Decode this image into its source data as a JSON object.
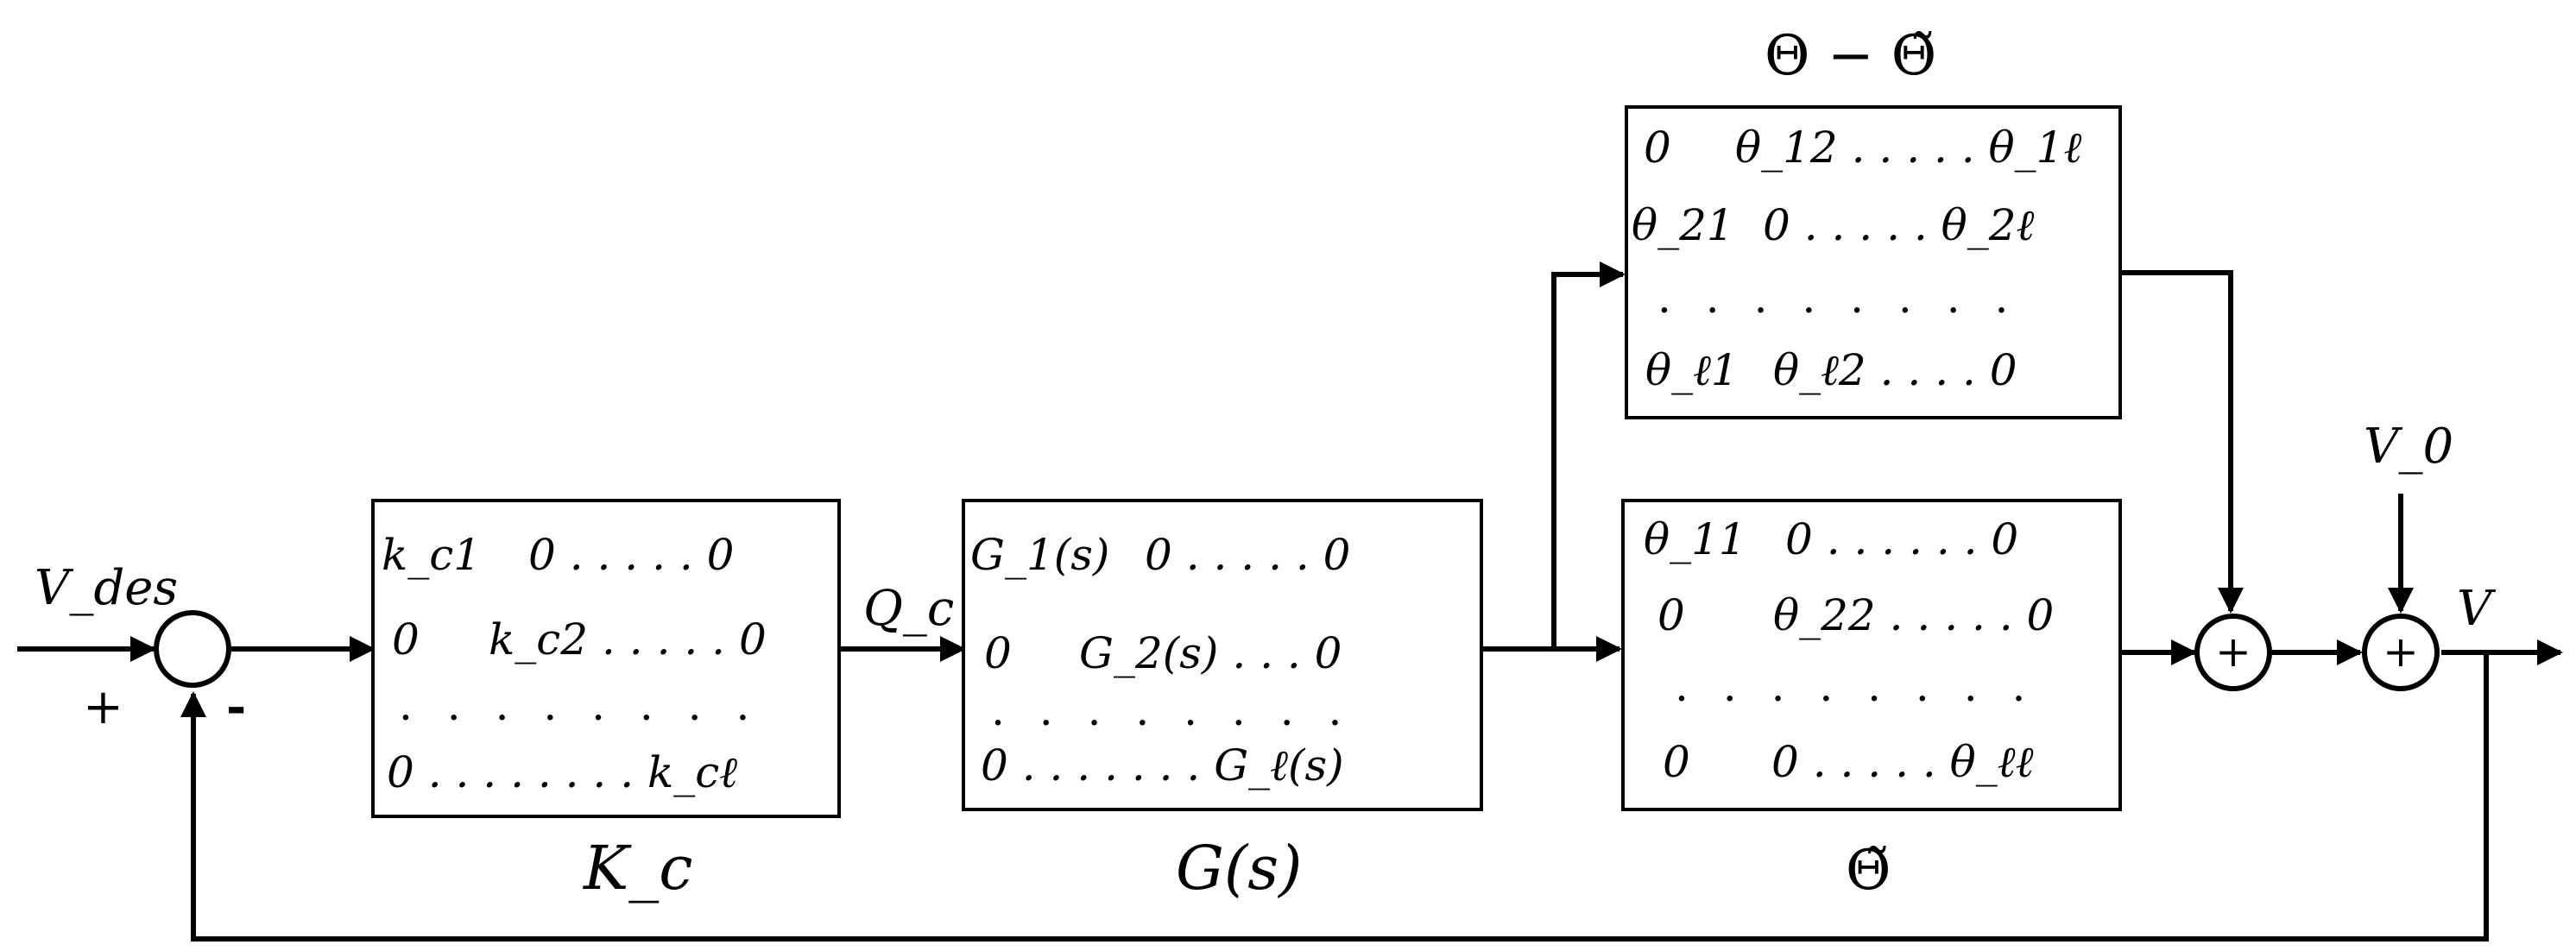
{
  "signals": {
    "v_des": "V_des",
    "q_c": "Q_c",
    "v0": "V_0",
    "v": "V",
    "plus_sign": "+",
    "minus_sign": "-"
  },
  "blocks": {
    "kc": {
      "label": "K_c",
      "rows": [
        [
          "k_c1",
          "0 . . . . . 0"
        ],
        [
          "0",
          "k_c2 . . . . . 0"
        ],
        [
          ". . . . . . . ."
        ],
        [
          "0 . . . . . . . . k_cℓ"
        ]
      ]
    },
    "gs": {
      "label": "G(s)",
      "rows": [
        [
          "G_1(s)",
          "0 . . . . . 0"
        ],
        [
          "0",
          "G_2(s) . . . 0"
        ],
        [
          ". . . . . . . ."
        ],
        [
          "0 . . . . . . . G_ℓ(s)"
        ]
      ]
    },
    "theta_diff": {
      "label": "Θ − Θ̃",
      "rows": [
        [
          "0",
          "θ_12 . . . . . θ_1ℓ"
        ],
        [
          "θ_21",
          "0 . . . . . θ_2ℓ"
        ],
        [
          ". . . . . . . ."
        ],
        [
          "θ_ℓ1",
          "θ_ℓ2 . . . . 0"
        ]
      ]
    },
    "theta_tilde": {
      "label": "Θ̃",
      "rows": [
        [
          "θ_11",
          "0 . . . . . . 0"
        ],
        [
          "0",
          "θ_22 . . . . . 0"
        ],
        [
          ". . . . . . . ."
        ],
        [
          "0",
          "0 . . . . . θ_ℓℓ"
        ]
      ]
    }
  },
  "summing_junctions": [
    "+",
    "+"
  ],
  "colors": {
    "line": "#000000",
    "background": "#ffffff"
  }
}
